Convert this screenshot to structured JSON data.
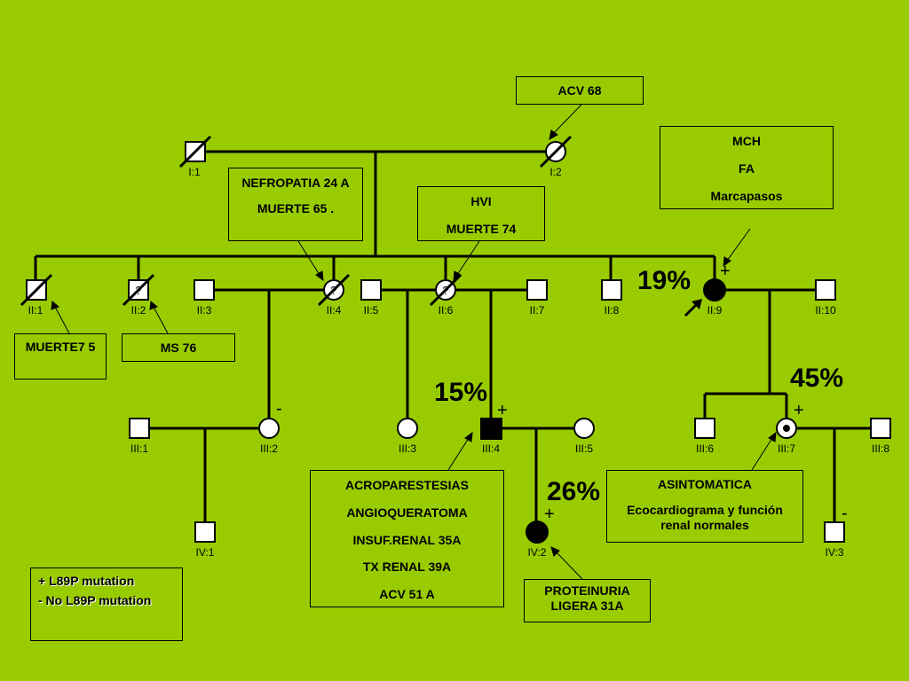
{
  "individuals": [
    {
      "id": "I:1",
      "sex": "male",
      "status": "deceased"
    },
    {
      "id": "I:2",
      "sex": "female",
      "status": "deceased"
    },
    {
      "id": "II:1",
      "sex": "male",
      "status": "deceased"
    },
    {
      "id": "II:2",
      "sex": "male",
      "status": "deceased, unknown",
      "mark": "?"
    },
    {
      "id": "II:3",
      "sex": "male"
    },
    {
      "id": "II:4",
      "sex": "female",
      "status": "deceased, unknown",
      "mark": "?"
    },
    {
      "id": "II:5",
      "sex": "male"
    },
    {
      "id": "II:6",
      "sex": "female",
      "status": "deceased, unknown",
      "mark": "?"
    },
    {
      "id": "II:7",
      "sex": "male"
    },
    {
      "id": "II:8",
      "sex": "male"
    },
    {
      "id": "II:9",
      "sex": "female",
      "status": "affected, proband",
      "mutation": "+"
    },
    {
      "id": "II:10",
      "sex": "male"
    },
    {
      "id": "III:1",
      "sex": "male"
    },
    {
      "id": "III:2",
      "sex": "female",
      "mutation": "-"
    },
    {
      "id": "III:3",
      "sex": "female"
    },
    {
      "id": "III:4",
      "sex": "male",
      "status": "affected",
      "mutation": "+"
    },
    {
      "id": "III:5",
      "sex": "female"
    },
    {
      "id": "III:6",
      "sex": "male"
    },
    {
      "id": "III:7",
      "sex": "female",
      "status": "carrier",
      "mutation": "+"
    },
    {
      "id": "III:8",
      "sex": "male"
    },
    {
      "id": "IV:1",
      "sex": "male"
    },
    {
      "id": "IV:2",
      "sex": "female",
      "status": "affected",
      "mutation": "+"
    },
    {
      "id": "IV:3",
      "sex": "male",
      "mutation": "-"
    }
  ],
  "notes": {
    "acv68": [
      "ACV 68"
    ],
    "mch": [
      "MCH",
      "FA",
      "Marcapasos"
    ],
    "nefropatia": [
      "NEFROPATIA 24 A",
      "MUERTE 65 ."
    ],
    "hvi": [
      "HVI",
      "MUERTE 74"
    ],
    "muerte75": [
      "MUERTE7 5"
    ],
    "ms76": [
      "MS 76"
    ],
    "acroparestesias": [
      "ACROPARESTESIAS",
      "ANGIOQUERATOMA",
      "INSUF.RENAL 35A",
      "TX RENAL 39A",
      "ACV 51 A"
    ],
    "asintomatica": [
      "ASINTOMATICA",
      "Ecocardiograma y función renal normales"
    ],
    "proteinuria": [
      "PROTEINURIA LIGERA 31A"
    ]
  },
  "percentages": {
    "ii9": "19%",
    "iii4": "15%",
    "iv2": "26%",
    "iii7": "45%"
  },
  "legend": {
    "plus": "+ L89P mutation",
    "minus": "- No L89P mutation"
  },
  "colors": {
    "background": "#99cc00",
    "affected": "#000000",
    "line": "#000000"
  }
}
